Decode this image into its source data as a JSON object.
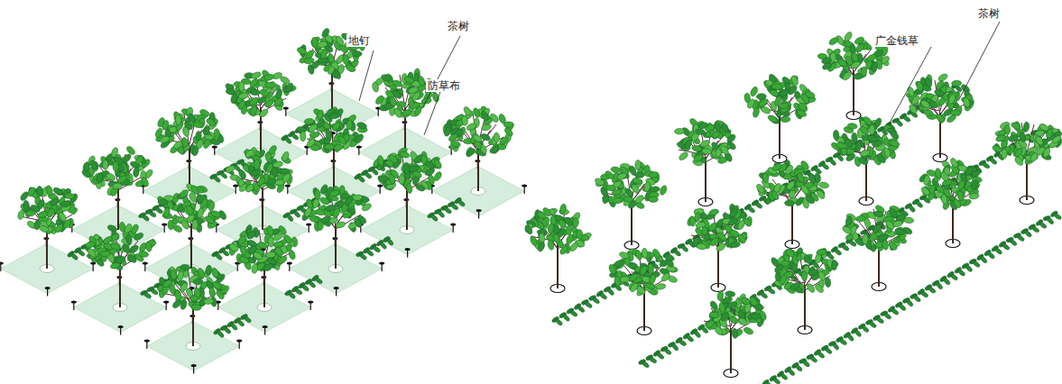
{
  "diagram": {
    "labels": [
      "地钉",
      "茶树",
      "防草布",
      "广金钱草",
      "茶树"
    ]
  }
}
